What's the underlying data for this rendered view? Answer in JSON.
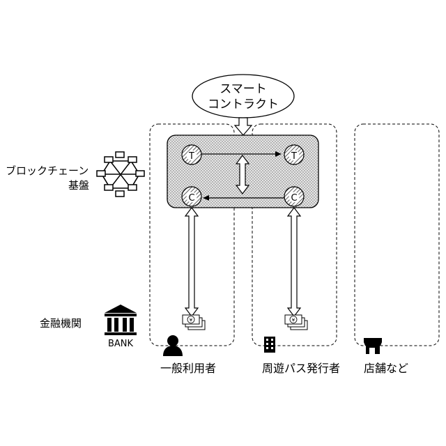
{
  "smart_contract": {
    "line1": "スマート",
    "line2": "コントラクト"
  },
  "blockchain": {
    "line1": "ブロックチェーン",
    "line2": "基盤"
  },
  "financial_institution": {
    "label": "金融機関",
    "bank_text": "BANK"
  },
  "token_symbol": "T",
  "coin_symbol": "C",
  "yen_symbol": "¥",
  "participants": {
    "general_user": "一般利用者",
    "pass_issuer": "周遊パス発行者",
    "stores": "店舗など"
  }
}
